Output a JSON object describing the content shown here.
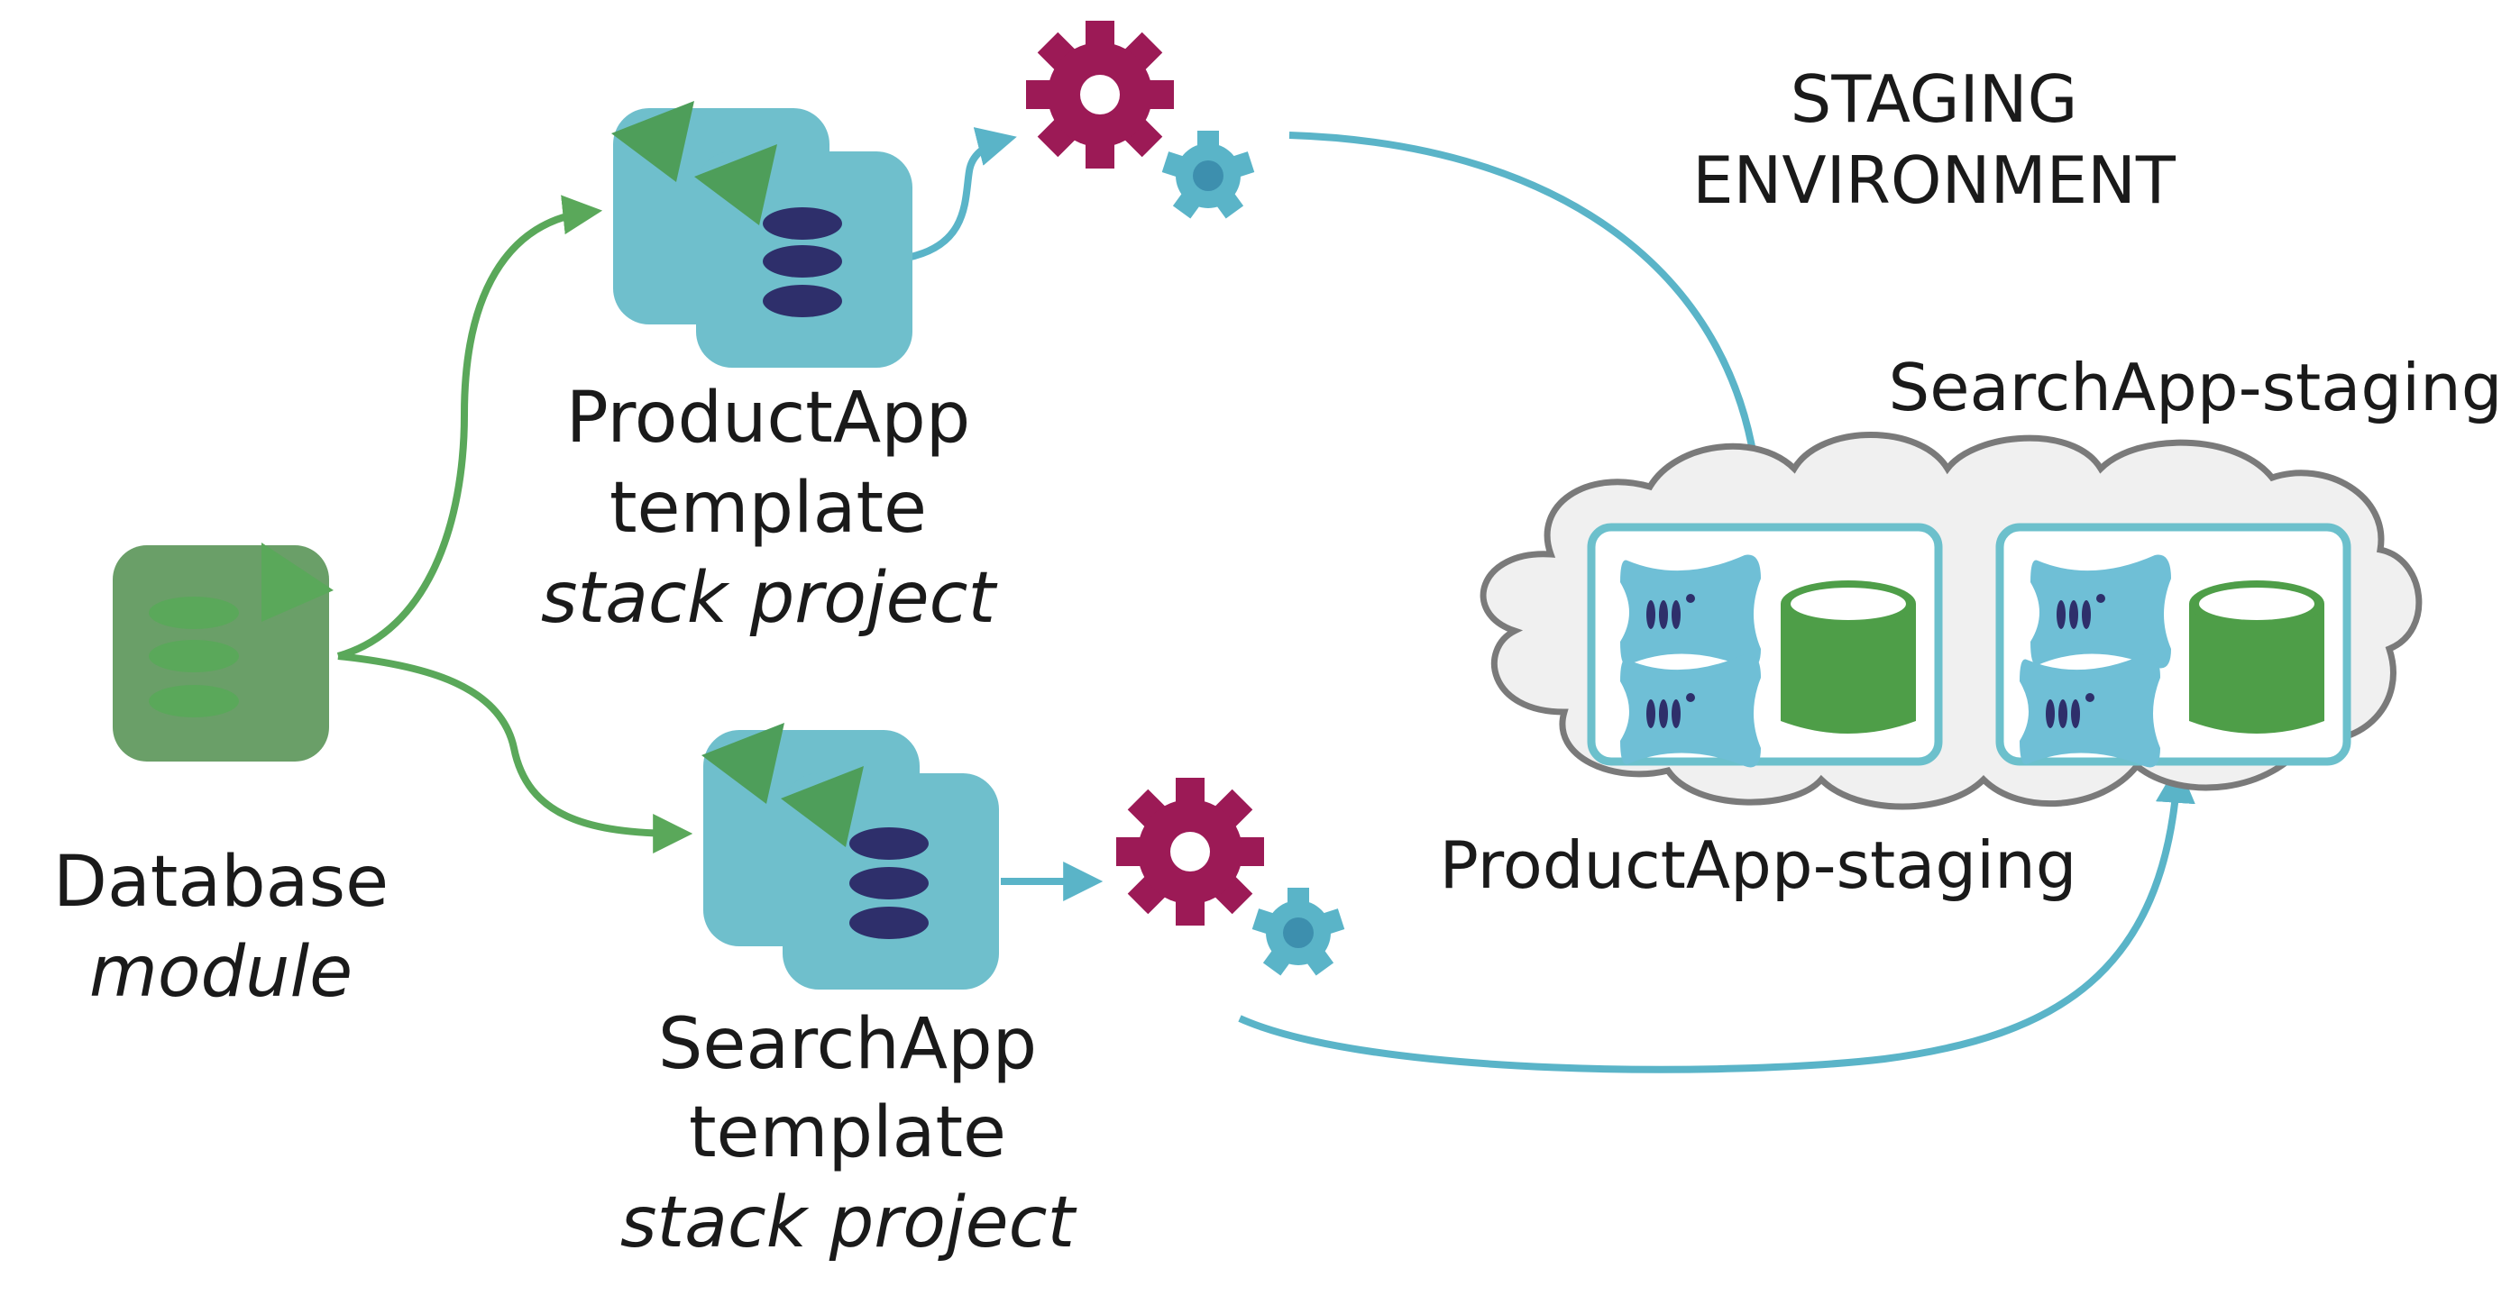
{
  "labels": {
    "staging_line1": "STAGING",
    "staging_line2": "ENVIRONMENT",
    "productapp_line1": "ProductApp",
    "productapp_line2": "template",
    "productapp_line3": "stack project",
    "searchapp_line1": "SearchApp",
    "searchapp_line2": "template",
    "searchapp_line3": "stack project",
    "database_line1": "Database",
    "database_line2": "module",
    "searchapp_staging": "SearchApp-staging",
    "productapp_staging": "ProductApp-staging"
  },
  "colors": {
    "green_arrow": "#5aa85a",
    "blue_arrow": "#5ab4c8",
    "card_fill": "#6fbfcc",
    "card_tab": "#4e9e5a",
    "db_module_fill": "#6a9f68",
    "gear_large": "#9c1a56",
    "gear_small": "#5ab4c8",
    "cloud_fill": "#f0f0f0",
    "cloud_stroke": "#7a7a7a",
    "env_box_stroke": "#6cc0cc",
    "cylinder": "#4e9e48",
    "pod": "#6fbfd6",
    "oval_dark": "#2e2f6b"
  },
  "icons": {
    "template_card": "template-card-icon",
    "gear_large": "gear-icon",
    "gear_small": "small-gear-icon",
    "database_module": "database-module-icon",
    "cylinder": "database-cylinder-icon",
    "pod": "container-pod-icon",
    "cloud": "cloud-icon"
  }
}
